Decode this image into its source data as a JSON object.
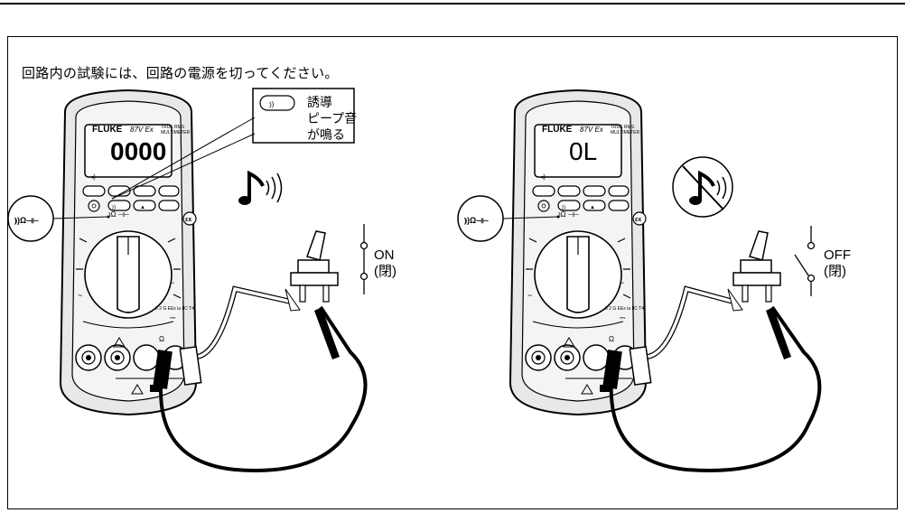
{
  "instruction": "回路内の試験には、回路の電源を切ってください。",
  "brand": "FLUKE",
  "model": "87V Ex",
  "model_sub": [
    "TRUE RMS",
    "MULTIMETER"
  ],
  "hazloc_mark": "II 2 G EEx ia IIC T4",
  "dial_symbols": "⦆Ω ⊣⊢",
  "jack_label": "Ω",
  "callout_lines": [
    "誘導",
    "ピープ音",
    "が鳴る"
  ],
  "left": {
    "display_value": "0000",
    "switch_state": "ON",
    "switch_sub": "(閉)"
  },
  "right": {
    "display_value": "0L",
    "switch_state": "OFF",
    "switch_sub": "(閉)"
  },
  "colors": {
    "ink": "#000000",
    "meter_body": "#f4f4f4",
    "display_bg": "#ffffff"
  },
  "icons": [
    "beep-note-icon",
    "beep-muted-icon",
    "continuity-mode-icon",
    "capacitor-icon",
    "ex-certification-icon"
  ]
}
